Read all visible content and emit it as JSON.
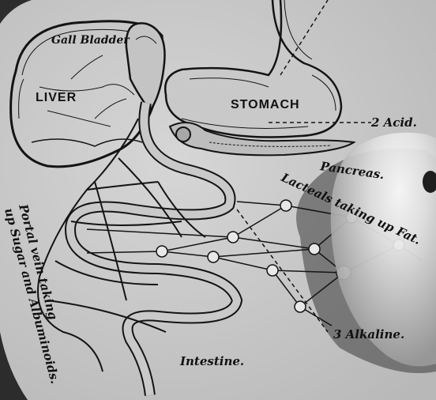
{
  "labels": {
    "gall_bladder": "Gall Bladder",
    "liver": "LIVER",
    "stomach": "STOMACH",
    "acid": "2 Acid.",
    "pancreas": "Pancreas.",
    "lacteals": "Lacteals taking up Fat.",
    "portal_vein_line1": "Portal vein taking",
    "portal_vein_line2": "up Sugar and Albuminoids.",
    "alkaline": "3 Alkaline.",
    "intestine": "Intestine."
  },
  "colors": {
    "paper": "#cfcfcf",
    "ink": "#141414",
    "background": "#2c2c2c",
    "apple": "#d8d8d8"
  }
}
